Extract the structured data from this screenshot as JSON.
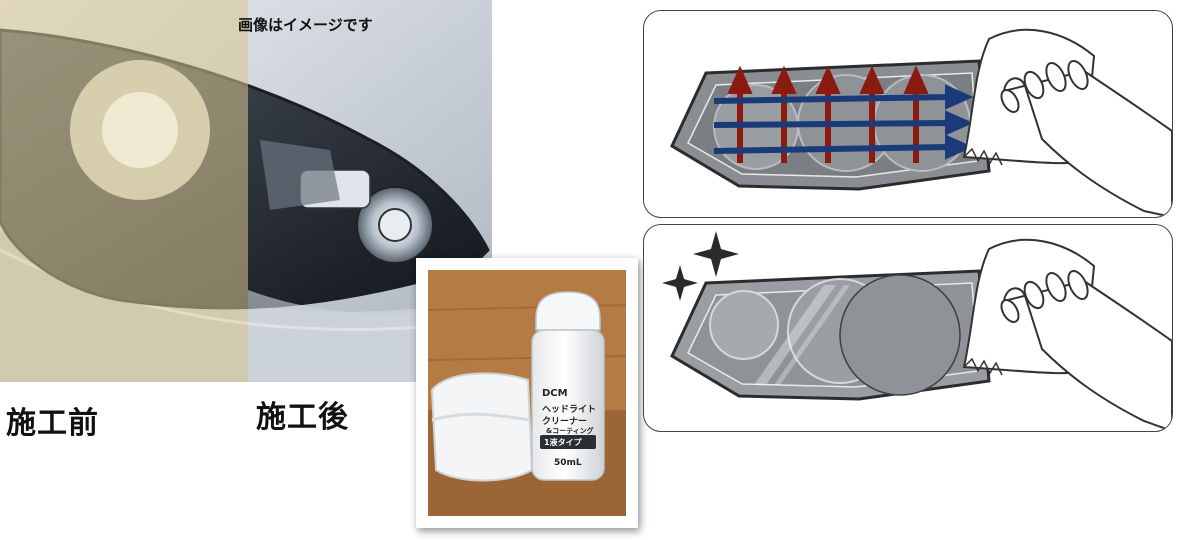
{
  "disclaimer": "画像はイメージです",
  "label_before": "施工前",
  "label_after": "施工後",
  "product": {
    "brand": "DCM",
    "name_line1": "ヘッドライト",
    "name_line2": "クリーナー",
    "name_line3": "&コーティング",
    "type_badge": "1液タイプ",
    "volume": "50mL"
  },
  "colors": {
    "arrow_blue": "#1a3a7a",
    "arrow_red": "#8b1a10",
    "tint_before": "#d8c690",
    "lens_dark": "#2a2f38"
  }
}
